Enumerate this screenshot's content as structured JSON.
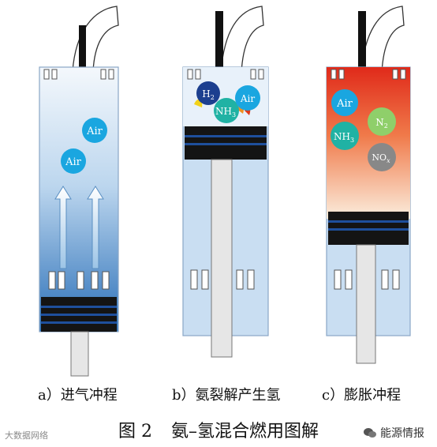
{
  "panels": [
    {
      "caption": "a）进气冲程",
      "molecules": [
        {
          "label": "Air"
        },
        {
          "label": "Air"
        }
      ]
    },
    {
      "caption": "b）氨裂解产生氢",
      "molecules": [
        {
          "label": "H",
          "sub": "2"
        },
        {
          "label": "NH",
          "sub": "3"
        },
        {
          "label": "Air"
        }
      ]
    },
    {
      "caption": "c）膨胀冲程",
      "molecules": [
        {
          "label": "Air"
        },
        {
          "label": "N",
          "sub": "2"
        },
        {
          "label": "NH",
          "sub": "3"
        },
        {
          "label": "NO",
          "sub": "x"
        }
      ]
    }
  ],
  "figure_title": {
    "number": "图 2",
    "text": "氨–氢混合燃用图解"
  },
  "watermark_left": "大数据网络",
  "watermark_right": "能源情报",
  "colors": {
    "air": "#1aa6e0",
    "h2": "#1c3f8f",
    "nh3": "#20b2a4",
    "n2": "#8fcf6a",
    "nox": "#888888",
    "piston": "#141414",
    "stripe": "#1e4f9c",
    "cylinder_blue": "#c9def2",
    "cylinder_hot": "#e02a1a"
  }
}
